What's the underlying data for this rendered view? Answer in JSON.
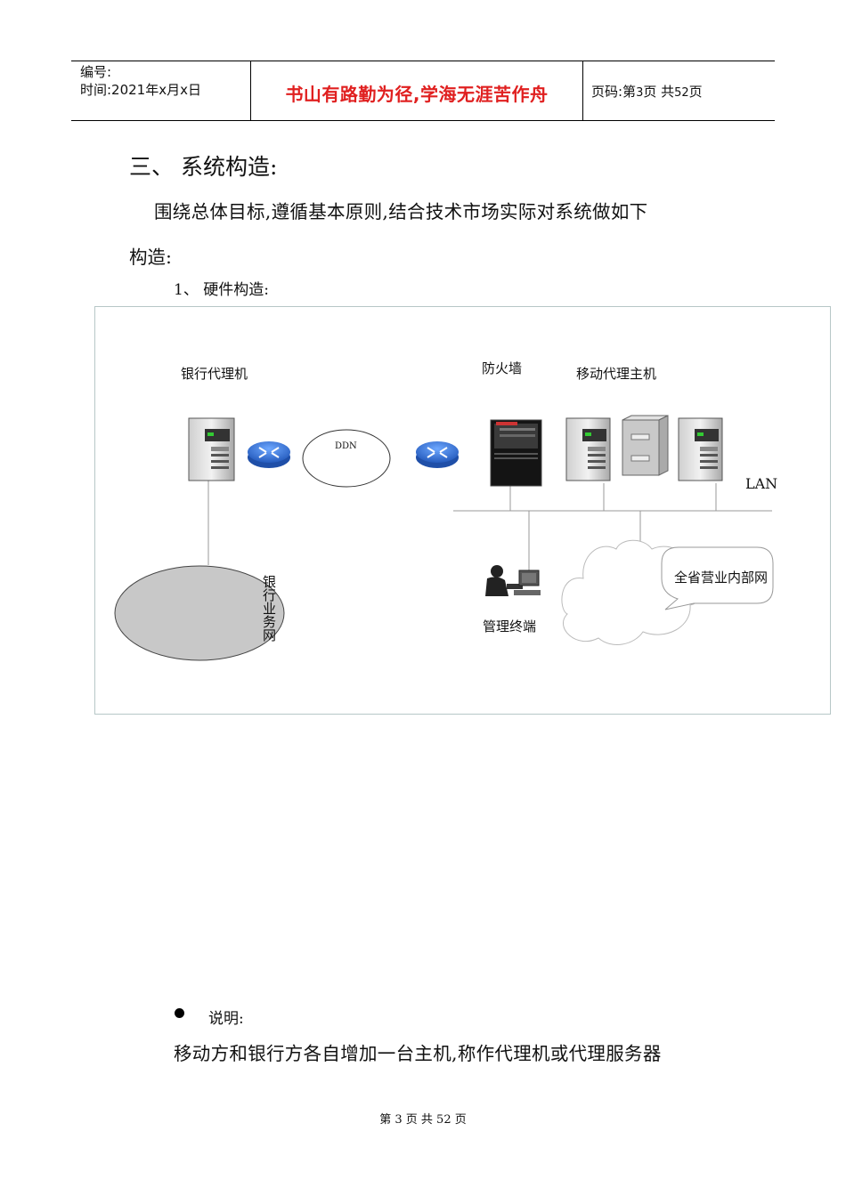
{
  "header": {
    "number_label": "编号:",
    "time_label": "时间:2021年x月x日",
    "motto": "书山有路勤为径,学海无涯苦作舟",
    "page_prefix": "页码:第",
    "page_num": "3",
    "page_mid": "页  共",
    "page_total": "52",
    "page_suffix": "页"
  },
  "section_heading": "三、 系统构造:",
  "intro_line1": "围绕总体目标,遵循基本原则,结合技术市场实际对系统做如下",
  "intro_line2": "构造:",
  "subsection": "1、 硬件构造:",
  "diagram": {
    "bank_proxy": "银行代理机",
    "firewall": "防火墙",
    "mobile_proxy": "移动代理主机",
    "ddn": "DDN",
    "lan": "LAN",
    "bank_network": "银行业务网",
    "mgmt_terminal": "管理终端",
    "province_network": "全省营业内部网"
  },
  "note_label": "说明:",
  "note_text": "移动方和银行方各自增加一台主机,称作代理机或代理服务器",
  "footer": "第 3 页 共 52 页",
  "colors": {
    "motto": "#e02020",
    "router": "#2f6fd0",
    "cloud_fill": "#c8c8c8"
  }
}
